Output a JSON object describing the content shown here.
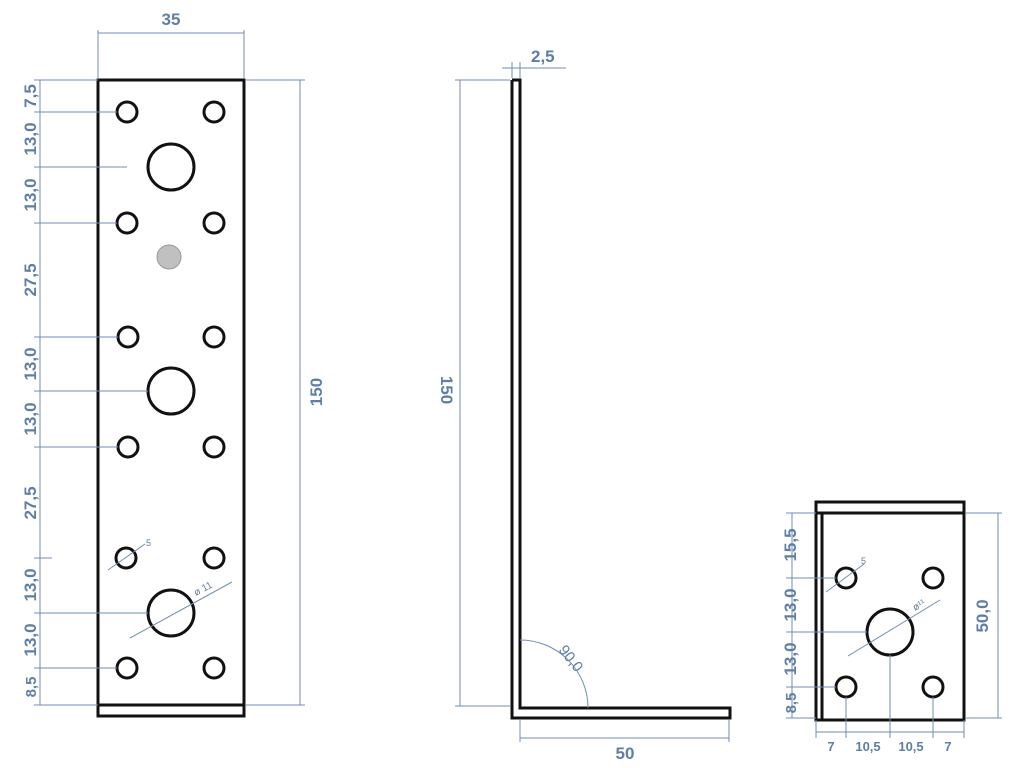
{
  "colors": {
    "dimension": "#5f7ea6",
    "outline": "#111111",
    "marker_hole": "#c0c0c0"
  },
  "front_view": {
    "width_label": "35",
    "height_label": "150",
    "left_labels": [
      "7,5",
      "13,0",
      "13,0",
      "27,5",
      "13,0",
      "13,0",
      "27,5",
      "13,0",
      "13,0",
      "8,5"
    ],
    "small_hole_label": "5",
    "large_hole_label": "ø 11"
  },
  "side_view": {
    "thickness_label": "2,5",
    "height_label": "150",
    "base_label": "50",
    "angle_label": "90,0"
  },
  "bottom_view": {
    "height_label": "50,0",
    "left_labels": [
      "15,5",
      "13,0",
      "13,0",
      "8,5"
    ],
    "bottom_labels": [
      "7",
      "10,5",
      "10,5",
      "7"
    ],
    "small_hole_label": "5",
    "large_hole_label": "ø¹¹"
  }
}
